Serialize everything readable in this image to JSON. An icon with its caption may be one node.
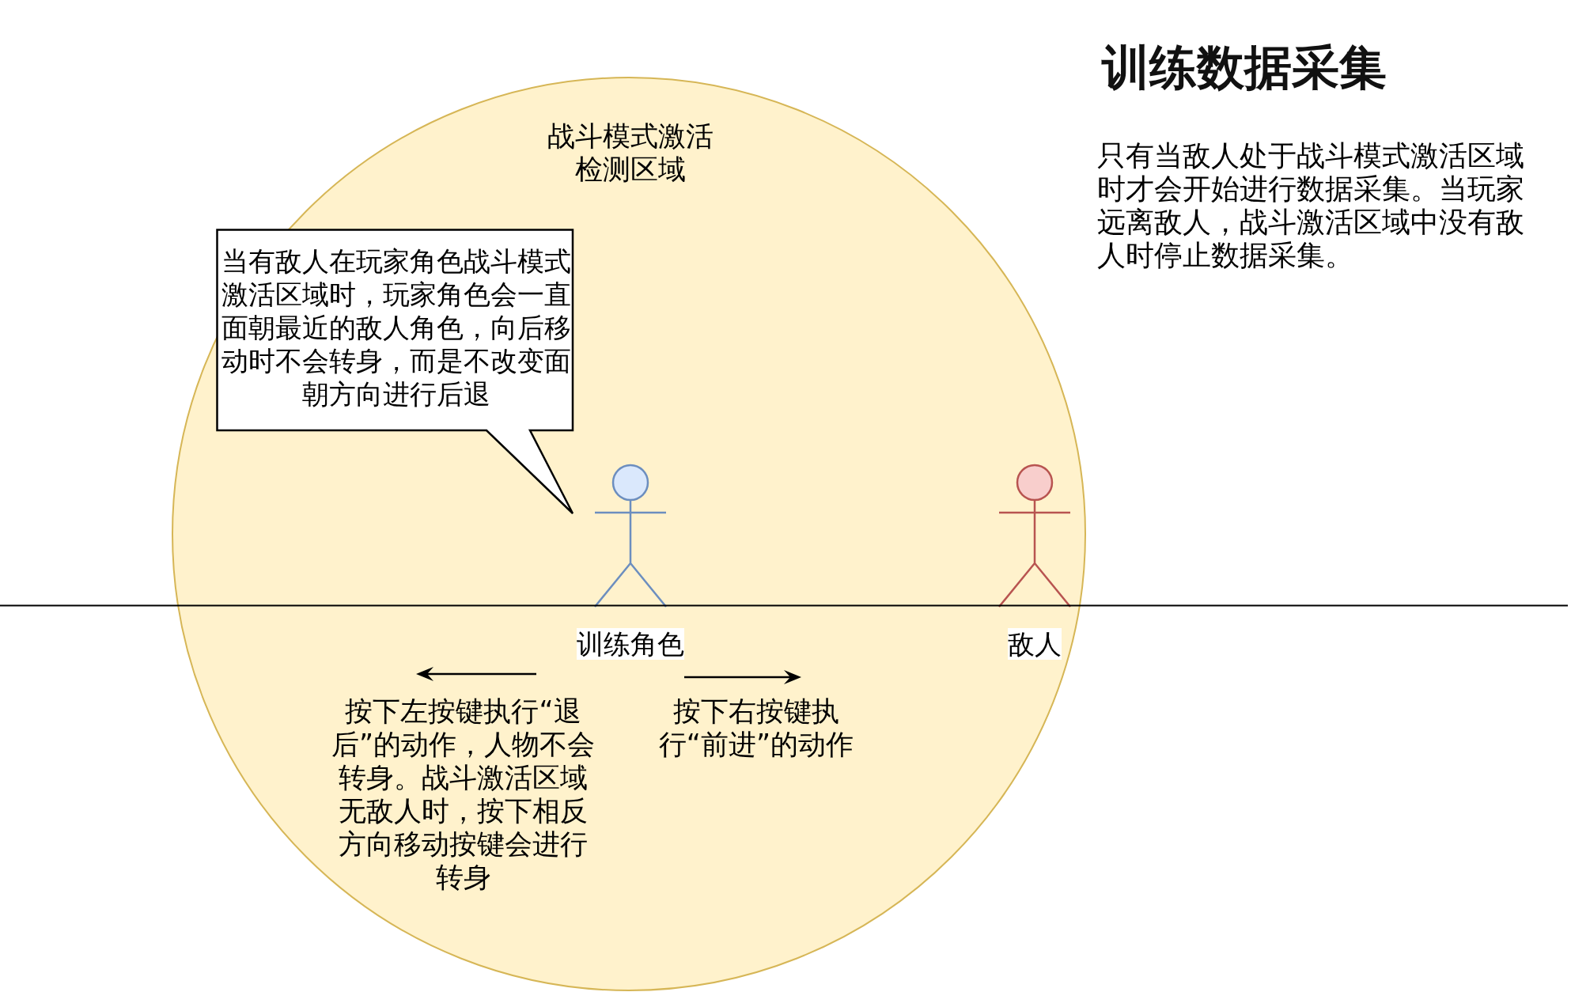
{
  "diagram": {
    "title": "训练数据采集",
    "nodes": [
      {
        "text": [
          "战斗模式激活检测区域"
        ]
      },
      {
        "text": [
          "当有敌人在玩家角色战斗模式激活区域时，玩家角色会一直面朝最近的敌人角色，向后移动时不会转身，而是不改变面朝方向进行后退"
        ],
        "in": 0
      },
      {
        "text": [],
        "shape": "person",
        "beside": [
          "训练角色"
        ],
        "in": 0
      },
      {
        "text": [],
        "shape": "person",
        "beside": [
          "敌人"
        ],
        "in": 0
      }
    ],
    "labels": [
      "只有当敌人处于战斗模式激活区域时才会开始进行数据采集。当玩家远离敌人，战斗激活区域中没有敌人时停止数据采集。",
      "按下左按键执行“退后”的动作，人物不会转身。战斗激活区域无敌人时，按下相反方向移动按键会进行转身",
      "按下右按键执行“前进”的动作"
    ]
  }
}
